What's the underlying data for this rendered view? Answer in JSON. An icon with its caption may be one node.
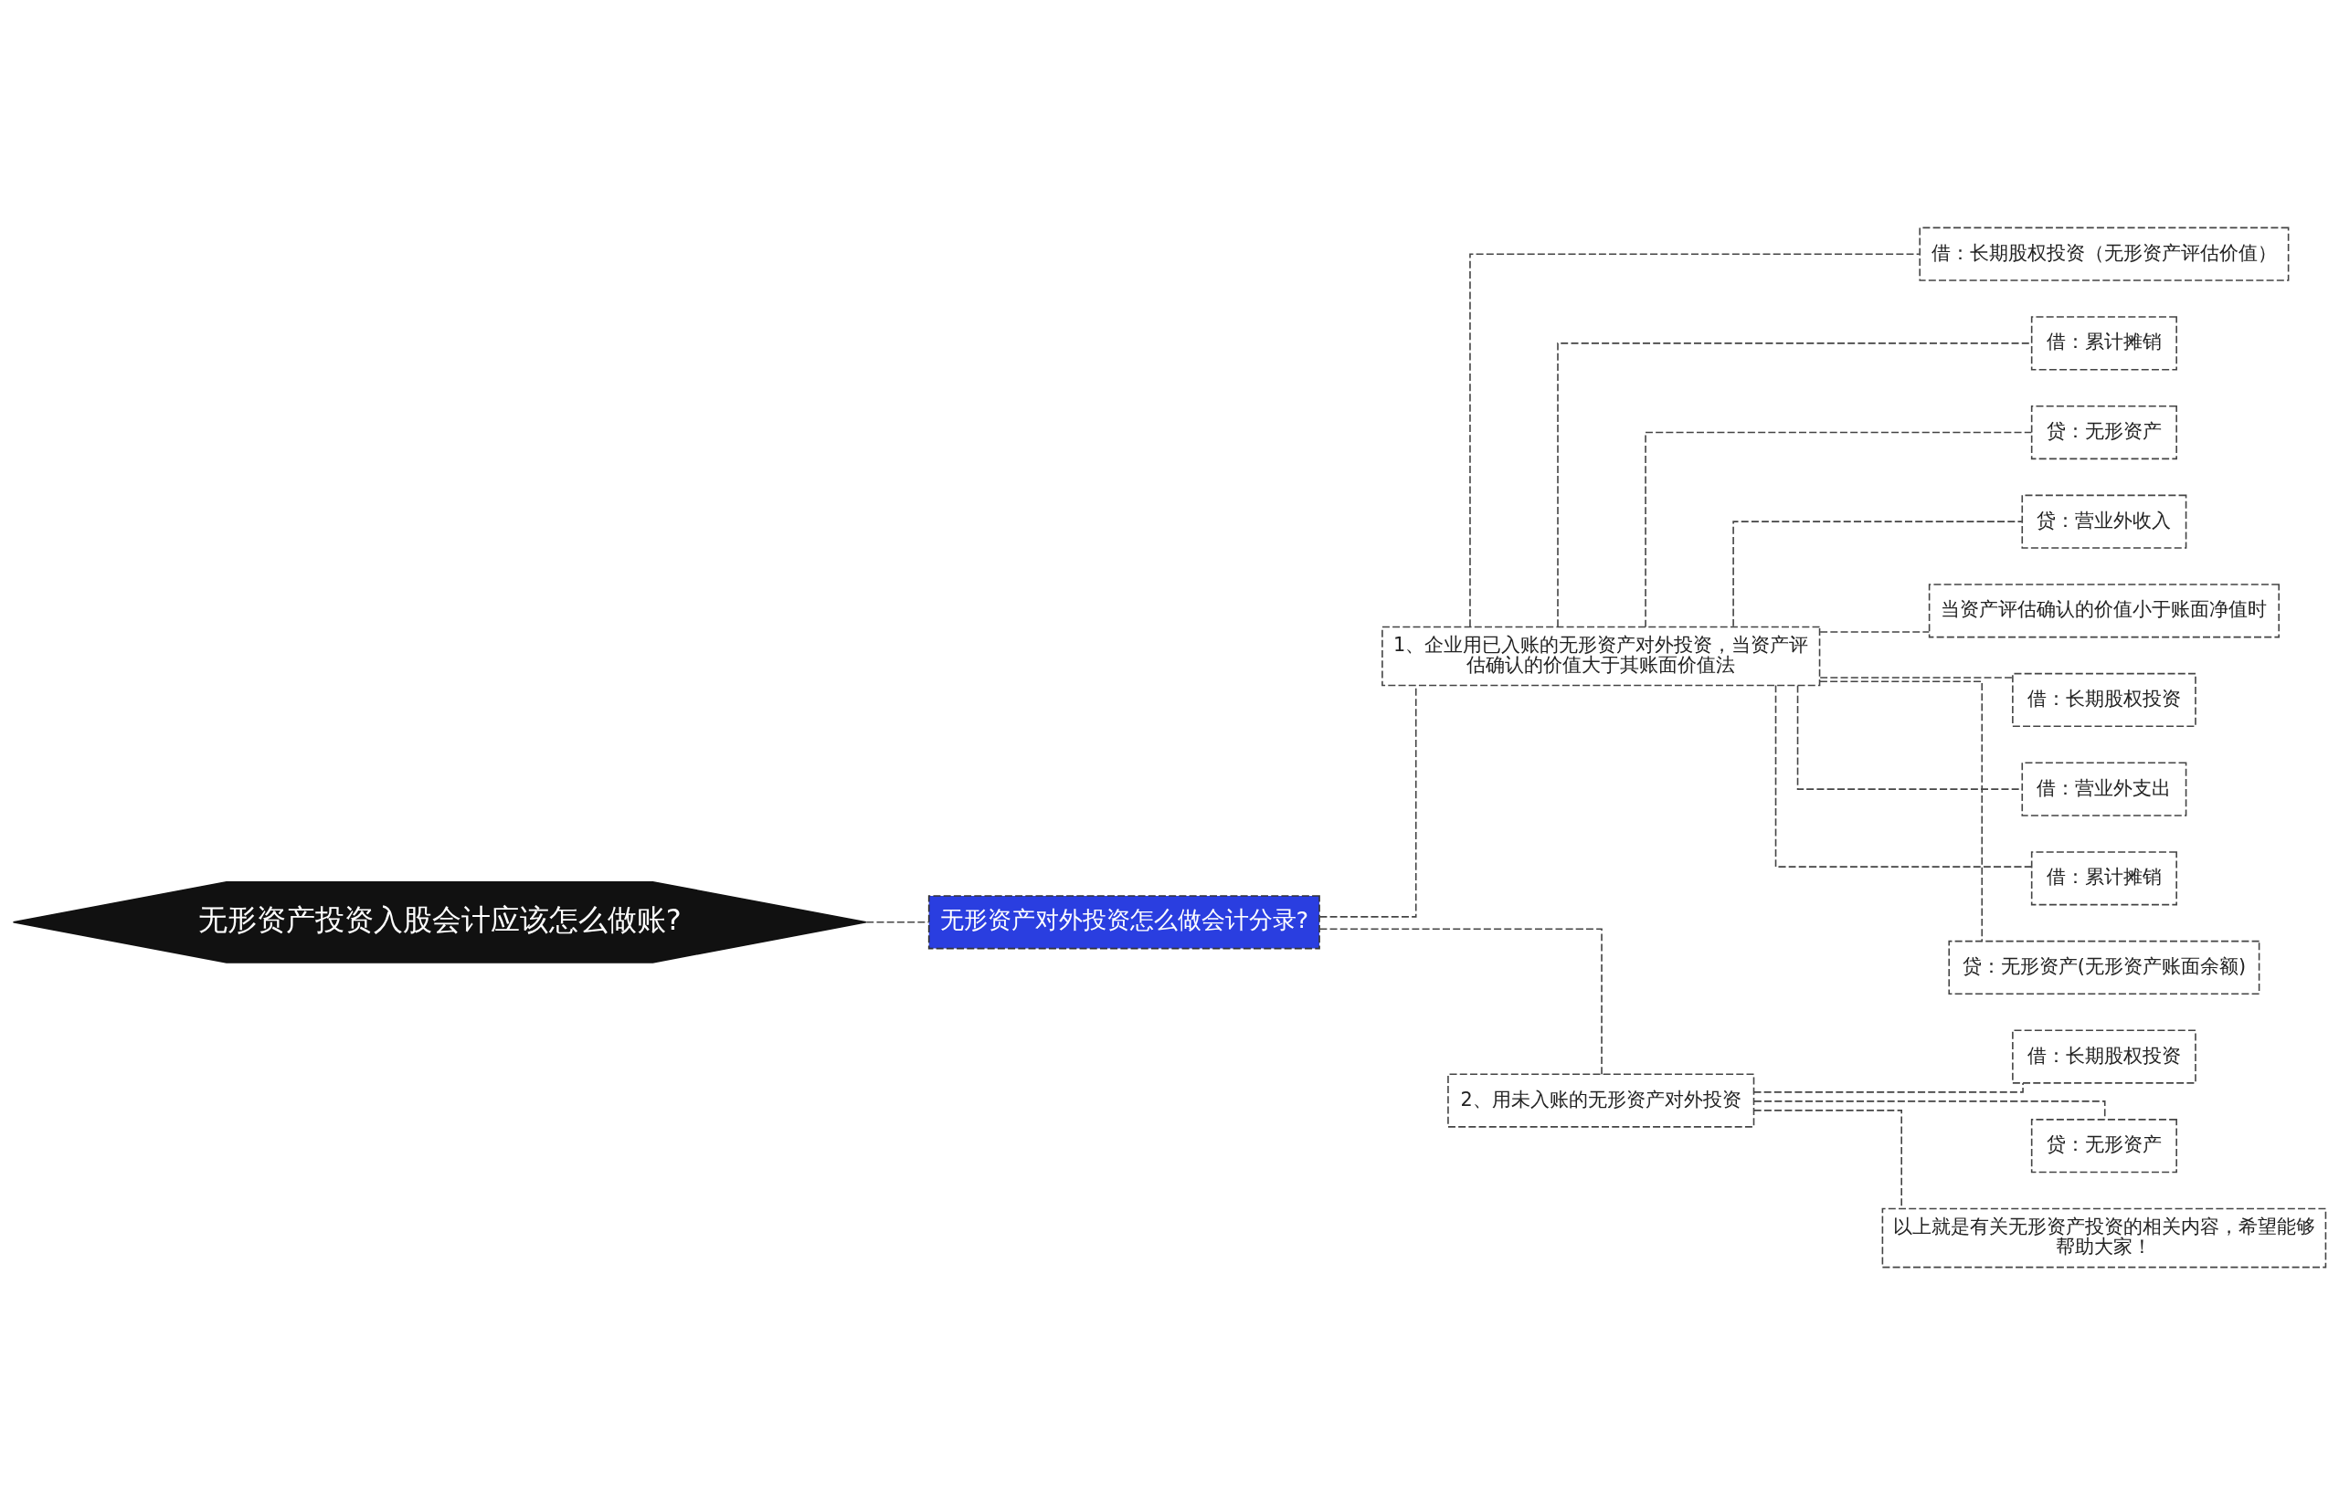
{
  "diagram": {
    "nodes": [
      {
        "text": [
          "无形资产投资入股会计应该怎么做账?"
        ]
      },
      {
        "text": [
          "无形资产对外投资怎么做会计分录?"
        ]
      },
      {
        "text": [
          "1、企业用已入账的无形资产对外投资，当资产评估确认的价值大于其账面价值法"
        ]
      },
      {
        "text": [
          "借：长期股权投资（无形资产评估价值）"
        ]
      },
      {
        "text": [
          "借：累计摊销"
        ]
      },
      {
        "text": [
          "贷：无形资产"
        ]
      },
      {
        "text": [
          "贷：营业外收入"
        ]
      },
      {
        "text": [
          "当资产评估确认的价值小于账面净值时"
        ]
      },
      {
        "text": [
          "借：长期股权投资"
        ]
      },
      {
        "text": [
          "借：营业外支出"
        ]
      },
      {
        "text": [
          "借：累计摊销"
        ]
      },
      {
        "text": [
          "贷：无形资产(无形资产账面余额)"
        ]
      },
      {
        "text": [
          "2、用未入账的无形资产对外投资"
        ]
      },
      {
        "text": [
          "借：长期股权投资"
        ]
      },
      {
        "text": [
          "贷：无形资产"
        ]
      },
      {
        "text": [
          "以上就是有关无形资产投资的相关内容，希望能够帮助大家！"
        ]
      }
    ],
    "edges": [
      {
        "from": 0,
        "to": 1,
        "arrow": "none",
        "style": "dashed"
      },
      {
        "from": 1,
        "to": 2,
        "arrow": "none",
        "style": "dashed"
      },
      {
        "from": 2,
        "to": 3,
        "arrow": "none",
        "style": "dashed"
      },
      {
        "from": 2,
        "to": 4,
        "arrow": "none",
        "style": "dashed"
      },
      {
        "from": 2,
        "to": 5,
        "arrow": "none",
        "style": "dashed"
      },
      {
        "from": 2,
        "to": 6,
        "arrow": "none",
        "style": "dashed"
      },
      {
        "from": 2,
        "to": 7,
        "arrow": "none",
        "style": "dashed"
      },
      {
        "from": 2,
        "to": 8,
        "arrow": "none",
        "style": "dashed"
      },
      {
        "from": 2,
        "to": 9,
        "arrow": "none",
        "style": "dashed"
      },
      {
        "from": 2,
        "to": 10,
        "arrow": "none",
        "style": "dashed"
      },
      {
        "from": 2,
        "to": 11,
        "arrow": "none",
        "style": "dashed"
      },
      {
        "from": 1,
        "to": 12,
        "arrow": "none",
        "style": "dashed"
      },
      {
        "from": 12,
        "to": 13,
        "arrow": "none",
        "style": "dashed"
      },
      {
        "from": 12,
        "to": 14,
        "arrow": "none",
        "style": "dashed"
      },
      {
        "from": 12,
        "to": 15,
        "arrow": "none",
        "style": "dashed"
      }
    ]
  }
}
